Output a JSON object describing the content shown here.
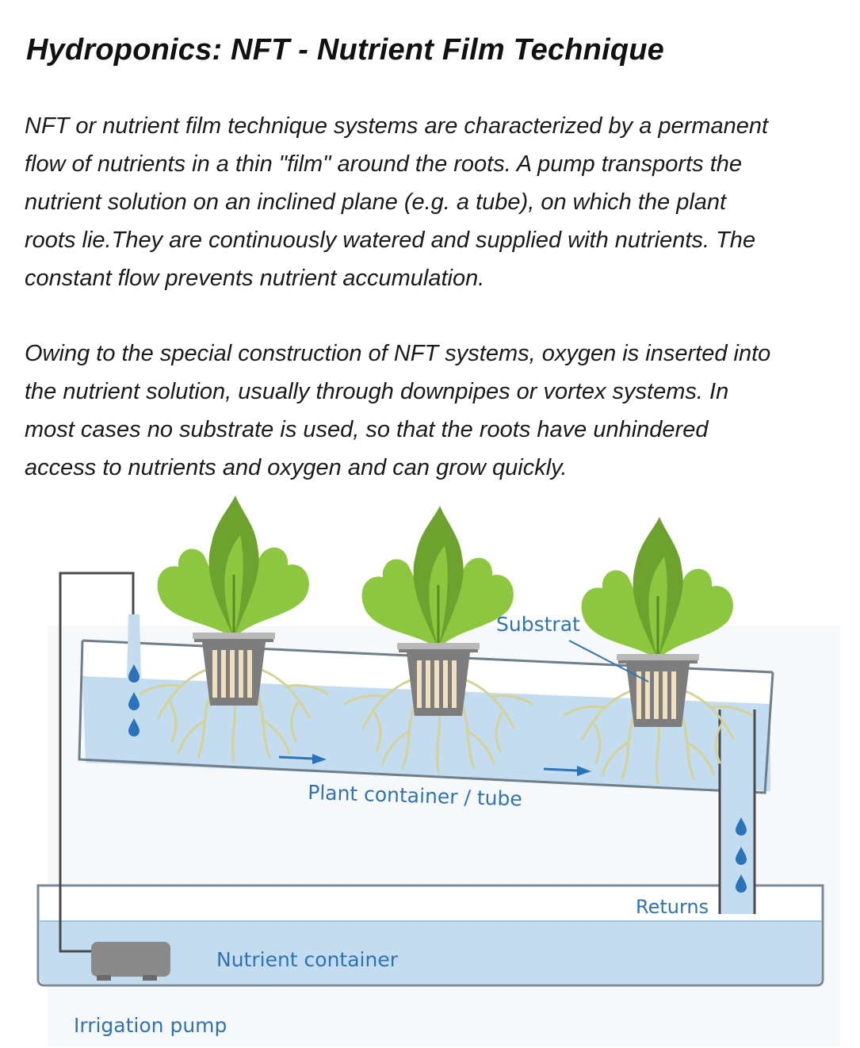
{
  "title": "Hydroponics: NFT - Nutrient Film Technique",
  "paragraph1": [
    "NFT or nutrient film technique systems are characterized by a permanent",
    "flow of nutrients in a thin \"film\" around the roots. A pump transports the",
    "nutrient solution on an inclined plane (e.g. a tube), on which the plant",
    "roots lie.They are continuously watered and supplied with nutrients. The",
    "constant flow prevents nutrient accumulation."
  ],
  "paragraph2": [
    "Owing to the special construction of NFT systems, oxygen is inserted into",
    "the nutrient solution, usually through downpipes or vortex systems. In",
    "most cases no substrate is used, so that the roots have unhindered",
    "access to nutrients and oxygen and can grow quickly."
  ],
  "diagram": {
    "labels": {
      "substrat": "Substrat",
      "plant_container": "Plant container / tube",
      "returns": "Returns",
      "nutrient_container": "Nutrient container",
      "irrigation_pump": "Irrigation pump"
    },
    "colors": {
      "water": "#c3dcf0",
      "water_line": "#9cc3e3",
      "drop": "#2a73b8",
      "label": "#2f73b3",
      "leaf_light": "#8dc63f",
      "leaf_dark": "#6ea22e",
      "pot": "#7d7d7d",
      "root": "#d4d294",
      "pump": "#8a8a8a"
    }
  }
}
